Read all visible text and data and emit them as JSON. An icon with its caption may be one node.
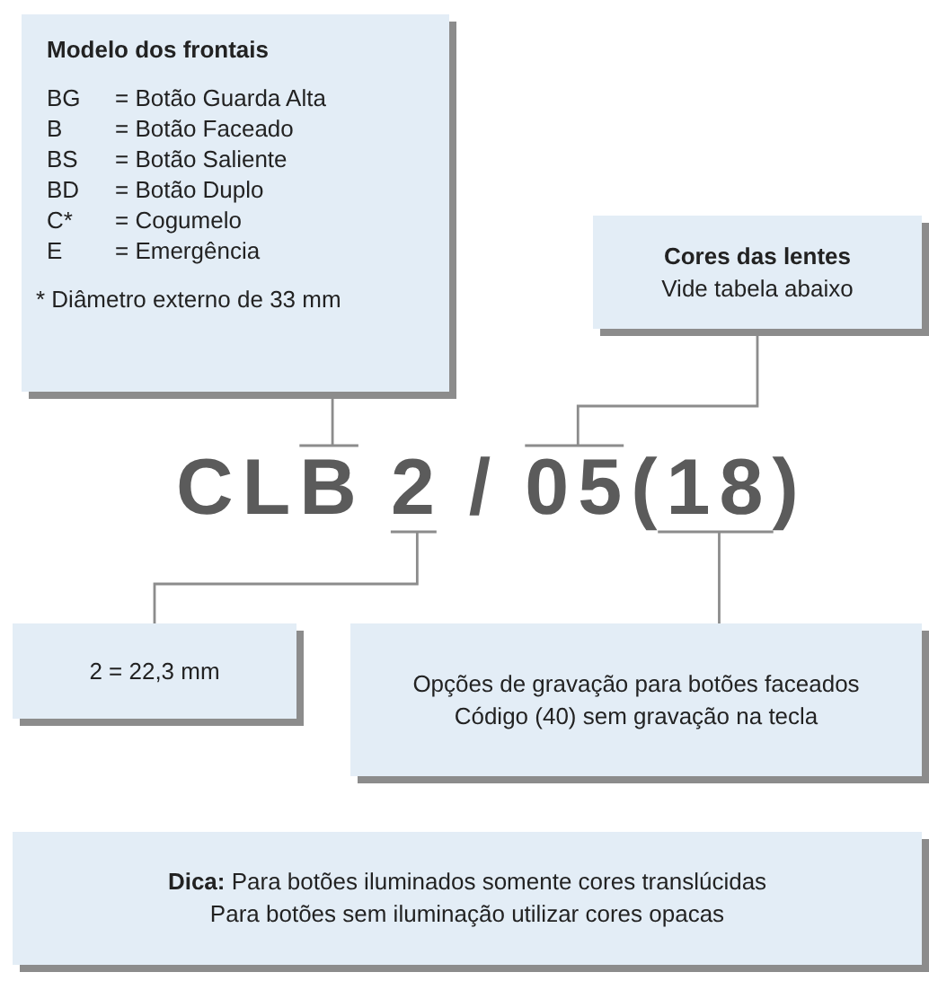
{
  "diagram": {
    "nodes": [
      {
        "text": [
          "Modelo dos frontais",
          "BG",
          "= Botão Guarda Alta",
          "B",
          "= Botão Faceado",
          "BS",
          "= Botão Saliente",
          "BD",
          "= Botão Duplo",
          "C*",
          "= Cogumelo",
          "E",
          "= Emergência",
          "* Diâmetro externo de 33 mm"
        ]
      },
      {
        "text": [
          "Cores das lentes",
          "Vide tabela abaixo"
        ]
      },
      {
        "text": [
          "B"
        ]
      },
      {
        "text": [
          "2"
        ]
      },
      {
        "text": [
          "05"
        ]
      },
      {
        "text": [
          "(18)"
        ]
      },
      {
        "text": [
          "2 = 22,3 mm"
        ]
      },
      {
        "text": [
          "Opções de gravação para botões faceados",
          "Código (40) sem gravação na tecla"
        ]
      },
      {
        "text": [
          "**Dica:** Para botões iluminados somente cores translúcidas",
          "Para botões sem iluminação utilizar cores opacas"
        ]
      }
    ],
    "edges": [
      {
        "from": 0,
        "to": 2,
        "arrow": "none"
      },
      {
        "from": 1,
        "to": 4,
        "arrow": "none"
      },
      {
        "from": 3,
        "to": 6,
        "arrow": "none"
      },
      {
        "from": 5,
        "to": 7,
        "arrow": "none"
      }
    ],
    "labels": [
      "CL",
      "/"
    ]
  }
}
